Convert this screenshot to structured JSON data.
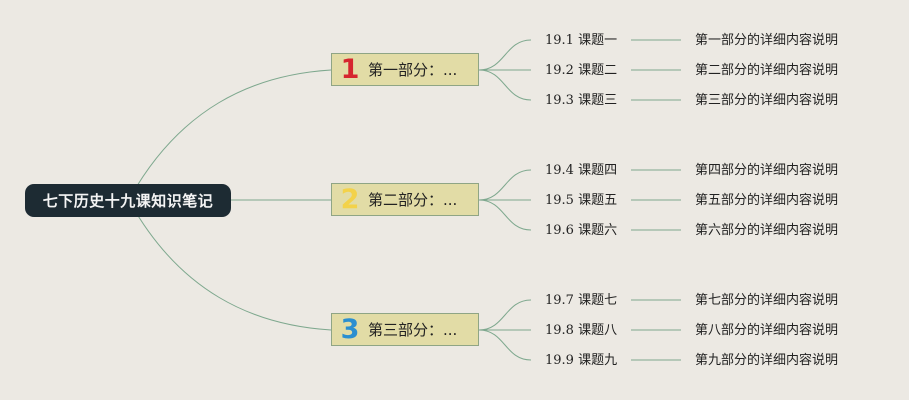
{
  "root": {
    "label": "七下历史十九课知识笔记"
  },
  "branches": [
    {
      "number": "1",
      "number_color": "#d6262e",
      "label": "第一部分：...",
      "topics": [
        {
          "title": "19.1 课题一",
          "detail": "第一部分的详细内容说明"
        },
        {
          "title": "19.2 课题二",
          "detail": "第二部分的详细内容说明"
        },
        {
          "title": "19.3 课题三",
          "detail": "第三部分的详细内容说明"
        }
      ]
    },
    {
      "number": "2",
      "number_color": "#f3d24a",
      "label": "第二部分：...",
      "topics": [
        {
          "title": "19.4 课题四",
          "detail": "第四部分的详细内容说明"
        },
        {
          "title": "19.5 课题五",
          "detail": "第五部分的详细内容说明"
        },
        {
          "title": "19.6 课题六",
          "detail": "第六部分的详细内容说明"
        }
      ]
    },
    {
      "number": "3",
      "number_color": "#2b8fd0",
      "label": "第三部分：...",
      "topics": [
        {
          "title": "19.7 课题七",
          "detail": "第七部分的详细内容说明"
        },
        {
          "title": "19.8 课题八",
          "detail": "第八部分的详细内容说明"
        },
        {
          "title": "19.9 课题九",
          "detail": "第九部分的详细内容说明"
        }
      ]
    }
  ],
  "colors": {
    "background": "#ece9e3",
    "connector": "#7ea88e",
    "root_fill": "#1d2b33",
    "branch_fill": "#e2dca6"
  }
}
